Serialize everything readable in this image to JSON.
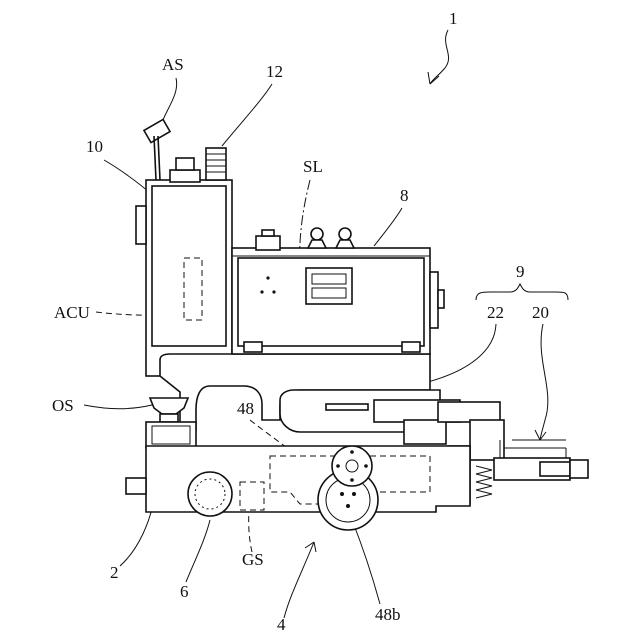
{
  "figure": {
    "labels": {
      "ref_1": "1",
      "ref_AS": "AS",
      "ref_12": "12",
      "ref_10": "10",
      "ref_SL": "SL",
      "ref_8": "8",
      "ref_9": "9",
      "ref_22": "22",
      "ref_20": "20",
      "ref_ACU": "ACU",
      "ref_OS": "OS",
      "ref_48": "48",
      "ref_2": "2",
      "ref_6": "6",
      "ref_GS": "GS",
      "ref_4": "4",
      "ref_48b": "48b"
    }
  }
}
